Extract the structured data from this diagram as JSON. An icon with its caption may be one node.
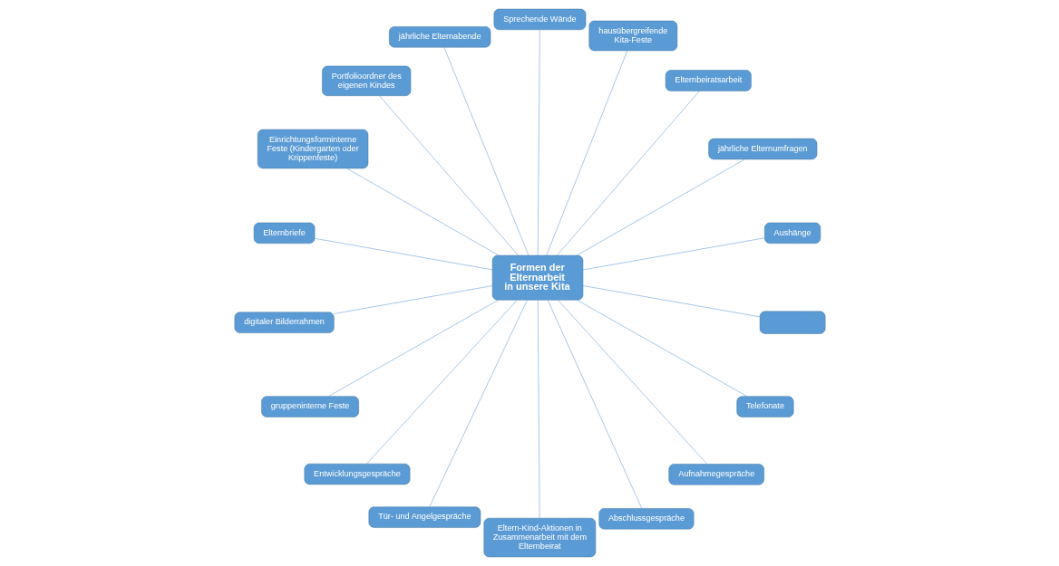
{
  "diagram": {
    "nodes": [
      {
        "text": [
          "Formen der Elternarbeit in unsere Kita"
        ]
      },
      {
        "text": [
          "Aushänge"
        ]
      },
      {
        "text": [
          "jährliche Elternumfragen"
        ]
      },
      {
        "text": [
          "Elternbeiratsarbeit"
        ]
      },
      {
        "text": [
          "hausübergreifende Kita-Feste"
        ]
      },
      {
        "text": [
          "Sprechende Wände"
        ]
      },
      {
        "text": [
          "jährliche Elternabende"
        ]
      },
      {
        "text": [
          "Portfolioordner des eigenen Kindes"
        ]
      },
      {
        "text": [
          "Einrichtungsforminterne Feste (Kindergarten oder Krippenfeste)"
        ]
      },
      {
        "text": [
          "Elternbriefe"
        ]
      },
      {
        "text": [
          "digitaler Bilderrahmen"
        ]
      },
      {
        "text": [
          "gruppeninterne Feste"
        ]
      },
      {
        "text": [
          "Entwicklungsgespräche"
        ]
      },
      {
        "text": [
          "Tür- und Angelgespräche"
        ]
      },
      {
        "text": [
          "Eltern-Kind-Aktionen in Zusammenarbeit mit dem Elternbeirat"
        ]
      },
      {
        "text": [
          "Abschlussgespräche"
        ]
      },
      {
        "text": [
          "Aufnahmegespräche"
        ]
      },
      {
        "text": [
          "Telefonate"
        ]
      },
      {
        "text": [],
        "shape": "box"
      }
    ],
    "edges": [
      {
        "from": 0,
        "to": 1,
        "arrow": "none"
      },
      {
        "from": 0,
        "to": 2,
        "arrow": "none"
      },
      {
        "from": 0,
        "to": 3,
        "arrow": "none"
      },
      {
        "from": 0,
        "to": 4,
        "arrow": "none"
      },
      {
        "from": 0,
        "to": 5,
        "arrow": "none"
      },
      {
        "from": 0,
        "to": 6,
        "arrow": "none"
      },
      {
        "from": 0,
        "to": 7,
        "arrow": "none"
      },
      {
        "from": 0,
        "to": 8,
        "arrow": "none"
      },
      {
        "from": 0,
        "to": 9,
        "arrow": "none"
      },
      {
        "from": 0,
        "to": 10,
        "arrow": "none"
      },
      {
        "from": 0,
        "to": 11,
        "arrow": "none"
      },
      {
        "from": 0,
        "to": 12,
        "arrow": "none"
      },
      {
        "from": 0,
        "to": 13,
        "arrow": "none"
      },
      {
        "from": 0,
        "to": 14,
        "arrow": "none"
      },
      {
        "from": 0,
        "to": 15,
        "arrow": "none"
      },
      {
        "from": 0,
        "to": 16,
        "arrow": "none"
      },
      {
        "from": 0,
        "to": 17,
        "arrow": "none"
      },
      {
        "from": 0,
        "to": 18,
        "arrow": "none"
      }
    ]
  }
}
